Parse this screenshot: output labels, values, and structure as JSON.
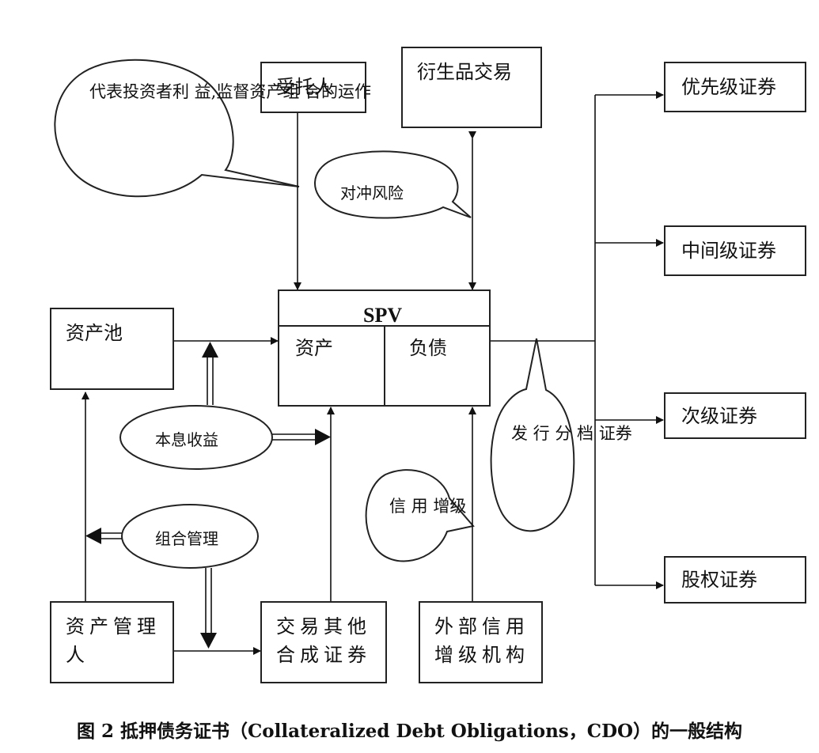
{
  "nodes": {
    "trustee": "受托人",
    "derivatives": "衍生品交易",
    "senior": "优先级证券",
    "mezzanine": "中间级证券",
    "subordinate": "次级证券",
    "equity": "股权证券",
    "asset_pool": "资产池",
    "spv_title": "SPV",
    "spv_assets": "资产",
    "spv_liabilities": "负债",
    "asset_manager": "资产管理\n人",
    "trade_other": "交易其他\n合成证券",
    "external_credit": "外部信用\n增级机构"
  },
  "bubbles": {
    "trustee_note": "代表投资者利\n益,监督资产组\n合的运作",
    "hedge": "对冲风险",
    "credit_enhancement": "信 用\n增级",
    "issue_tranches": "发 行\n分 档\n证券"
  },
  "ellipses": {
    "interest_income": "本息收益",
    "portfolio_management": "组合管理"
  },
  "caption": "图 2  抵押债务证书（Collateralized Debt Obligations，CDO）的一般结构"
}
